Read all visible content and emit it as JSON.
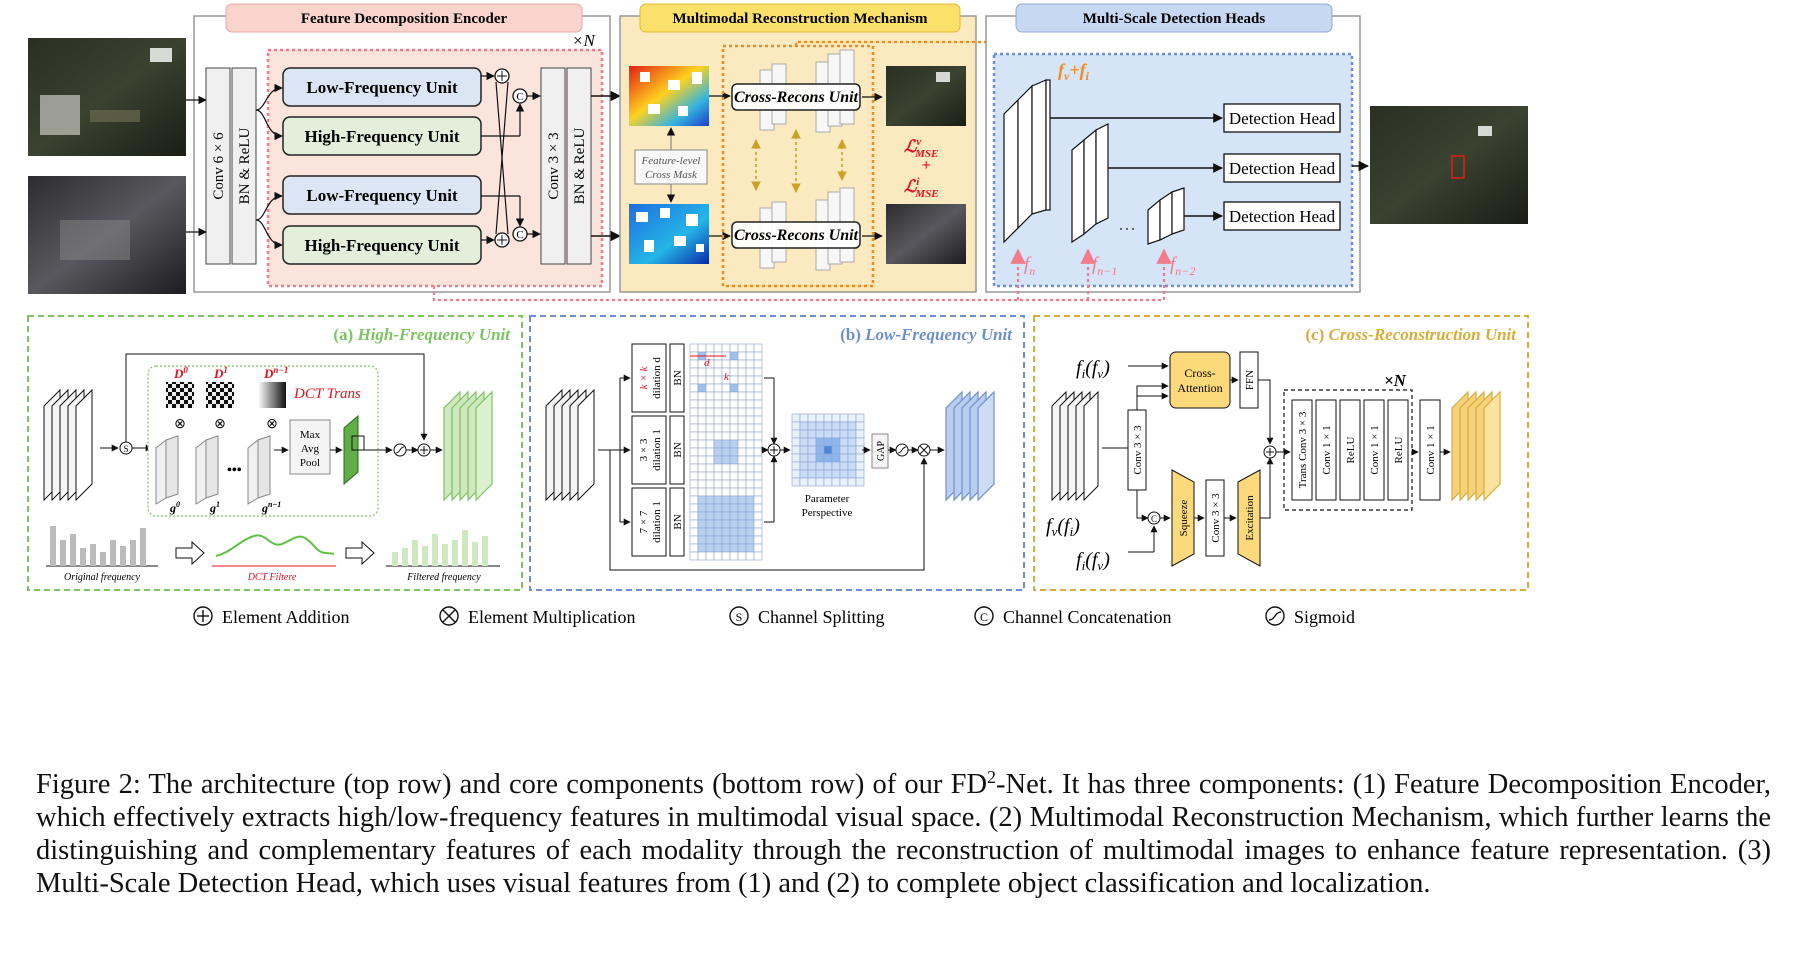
{
  "top": {
    "encoder_title": "Feature Decomposition Encoder",
    "mrm_title": "Multimodal Reconstruction Mechanism",
    "heads_title": "Multi-Scale Detection Heads",
    "repeat": "×N",
    "conv_in": "Conv 6 × 6",
    "bn_relu": "BN & ReLU",
    "conv_out": "Conv 3 × 3",
    "low_freq_unit": "Low-Frequency Unit",
    "high_freq_unit": "High-Frequency Unit",
    "cross_recons_unit": "Cross-Recons Unit",
    "mask_line1": "Feature-level",
    "mask_line2": "Cross Mask",
    "loss_v": "ℒ",
    "loss_v_sup": "v",
    "loss_sub": "MSE",
    "loss_plus": "+",
    "loss_i_sup": "i",
    "fusion_label": "f",
    "fusion_v": "v",
    "fusion_plus": "+",
    "fusion_i": "i",
    "detection_head": "Detection Head",
    "dots": "…",
    "f_symbol": "f",
    "f_n": "n",
    "f_n1": "n−1",
    "f_n2": "n−2",
    "concat_symbol": "C"
  },
  "hf": {
    "title_prefix": "(a) ",
    "title_em": "High-Frequency Unit",
    "dct_trans": "DCT Trans",
    "D": "D",
    "D0": "0",
    "D1": "1",
    "Dn": "n−1",
    "g": "g",
    "g0": "0",
    "g1": "1",
    "gn": "n−1",
    "pool_line1": "Max",
    "pool_line2": "Avg",
    "pool_line3": "Pool",
    "original_freq": "Original frequency",
    "dct_filter": "DCT Filtere",
    "filtered_freq": "Filtered frequency",
    "split_symbol": "S",
    "mult_symbol": "⊗",
    "dots": "•••"
  },
  "lf": {
    "title_prefix": "(b) ",
    "title_em": "Low-Frequency Unit",
    "branch1_label": "k × k",
    "branch1_dil": "dilation d",
    "branch2_label": "3 × 3",
    "branch2_dil": "dilation 1",
    "branch3_label": "7 × 7",
    "branch3_dil": "dilation 1",
    "bn": "BN",
    "d": "d",
    "k": "k",
    "param_line1": "Parameter",
    "param_line2": "Perspective",
    "gap": "GAP"
  },
  "cr": {
    "title_prefix": "(c) ",
    "title_em": "Cross-Reconstruction Unit",
    "in_top": "f",
    "in_top_a": "i",
    "in_top_b": "v",
    "in_mid_a": "v",
    "in_mid_b": "i",
    "cross_attn_1": "Cross-",
    "cross_attn_2": "Attention",
    "ffn": "FFN",
    "conv33": "Conv 3 × 3",
    "squeeze": "Squeeze",
    "excitation": "Excitation",
    "trans_conv": "Trans Conv 3 × 3",
    "conv11": "Conv 1 × 1",
    "relu": "ReLU",
    "repeat": "×N"
  },
  "legend": {
    "add": "Element Addition",
    "mult": "Element Multiplication",
    "split": "Channel Splitting",
    "concat": "Channel Concatenation",
    "sigmoid": "Sigmoid",
    "split_symbol": "S",
    "concat_symbol": "C"
  },
  "caption": {
    "text_a": "Figure 2: The architecture (top row) and core components (bottom row) of our FD",
    "sup": "2",
    "text_b": "-Net. It has three components: (1) Feature Decomposition Encoder, which effectively extracts high/low-frequency features in multimodal visual space. (2) Multimodal Reconstruction Mechanism, which further learns the distinguishing and complementary features of each modality through the reconstruction of multimodal images to enhance feature representation. (3) Multi-Scale Detection Head, which uses visual features from (1) and (2) to complete object classification and localization."
  },
  "colors": {
    "low_unit": "#dbe5f3",
    "high_unit": "#e3efda",
    "mrm_bg": "#fbeac0",
    "heads_bg": "#d6e4f8",
    "orange": "#f08c1e",
    "pink": "#f07c8c",
    "green": "#7cc460",
    "blue": "#6d8fcf",
    "gold": "#d9ad3c"
  }
}
